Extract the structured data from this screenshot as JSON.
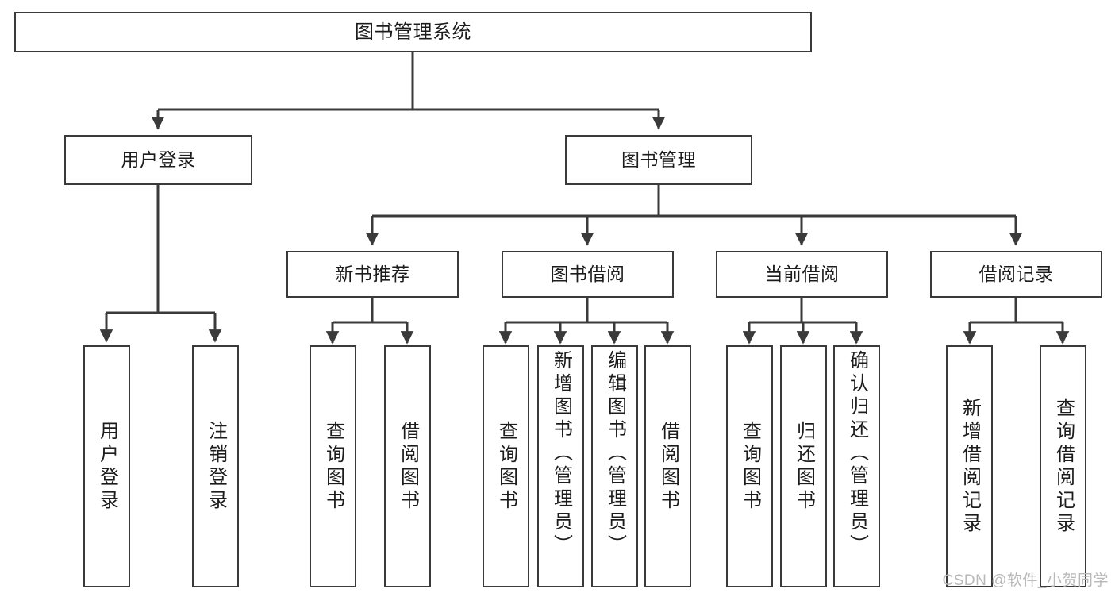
{
  "diagram": {
    "title": "图书管理系统",
    "type": "functional-decomposition-tree",
    "root": {
      "id": "root",
      "label": "图书管理系统"
    },
    "level2": [
      {
        "id": "user-login",
        "label": "用户登录"
      },
      {
        "id": "book-management",
        "label": "图书管理"
      }
    ],
    "level3": [
      {
        "id": "new-book-recommend",
        "label": "新书推荐",
        "parent": "book-management"
      },
      {
        "id": "book-borrow",
        "label": "图书借阅",
        "parent": "book-management"
      },
      {
        "id": "current-borrow",
        "label": "当前借阅",
        "parent": "book-management"
      },
      {
        "id": "borrow-record",
        "label": "借阅记录",
        "parent": "book-management"
      }
    ],
    "leaves": {
      "user_login": [
        {
          "id": "leaf-user-login",
          "label": "用户登录"
        },
        {
          "id": "leaf-logout-login",
          "label": "注销登录"
        }
      ],
      "new_book_recommend": [
        {
          "id": "leaf-query-book-1",
          "label": "查询图书"
        },
        {
          "id": "leaf-borrow-book-1",
          "label": "借阅图书"
        }
      ],
      "book_borrow": [
        {
          "id": "leaf-query-book-2",
          "label": "查询图书"
        },
        {
          "id": "leaf-add-book",
          "label": "新增图书（管理员）"
        },
        {
          "id": "leaf-edit-book",
          "label": "编辑图书（管理员）"
        },
        {
          "id": "leaf-borrow-book-2",
          "label": "借阅图书"
        }
      ],
      "current_borrow": [
        {
          "id": "leaf-query-book-3",
          "label": "查询图书"
        },
        {
          "id": "leaf-return-book",
          "label": "归还图书"
        },
        {
          "id": "leaf-confirm-return",
          "label": "确认归还（管理员）"
        }
      ],
      "borrow_record": [
        {
          "id": "leaf-add-borrow-record",
          "label": "新增借阅记录"
        },
        {
          "id": "leaf-query-borrow-record",
          "label": "查询借阅记录"
        }
      ]
    },
    "colors": {
      "stroke": "#3a3a3a",
      "fill": "#ffffff",
      "text": "#1c1c1c",
      "watermark": "#b8b8b8"
    }
  },
  "watermark": {
    "text": "CSDN @软件_小贺同学"
  }
}
